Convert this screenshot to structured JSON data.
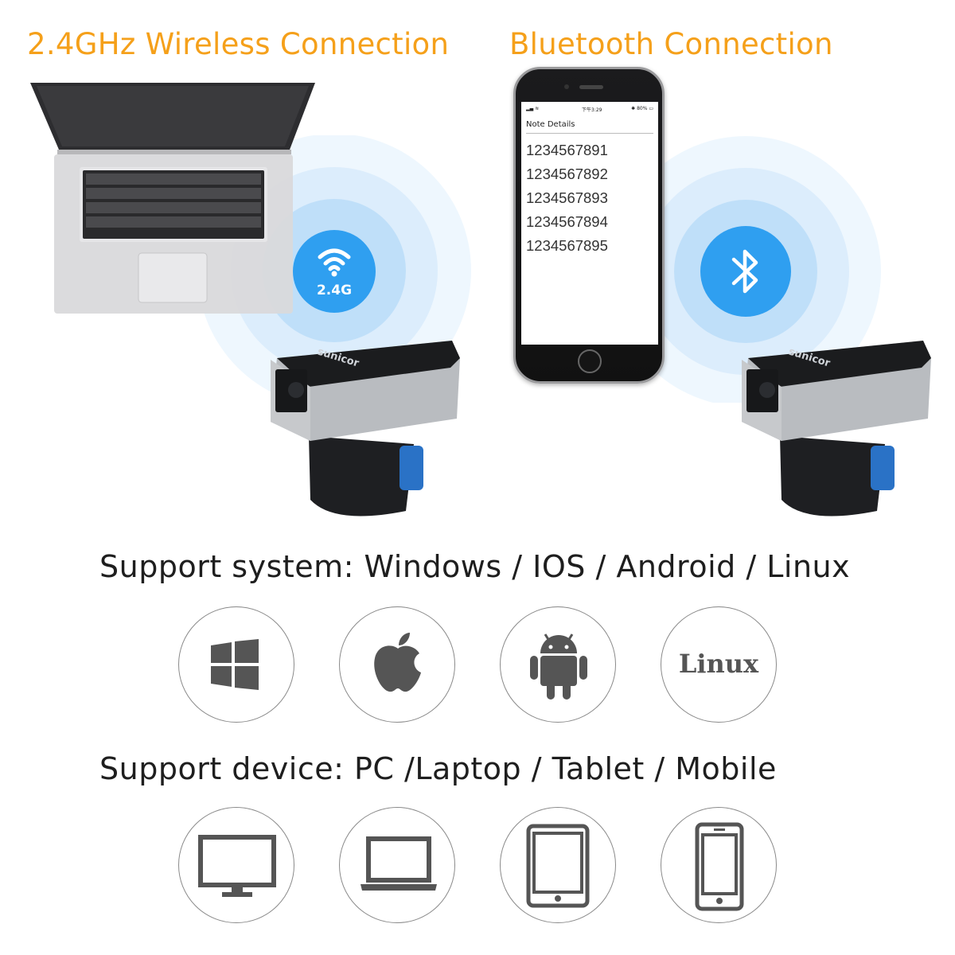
{
  "headings": {
    "left": "2.4GHz Wireless Connection",
    "right": "Bluetooth Connection"
  },
  "badges": {
    "wireless_label": "2.4G",
    "wireless_icon": "wifi-icon",
    "bluetooth_icon": "bluetooth-icon"
  },
  "scanner": {
    "brand": "sunicor"
  },
  "phone": {
    "status_time": "下午3:29",
    "status_battery": "✱ 80% ▭",
    "status_signal": "▂▄ ≋",
    "note_title": "Note Details",
    "notes": [
      "1234567891",
      "1234567892",
      "1234567893",
      "1234567894",
      "1234567895"
    ]
  },
  "support_system": {
    "text": "Support system: Windows / IOS / Android / Linux",
    "icons": [
      "windows-icon",
      "apple-icon",
      "android-icon",
      "linux-icon"
    ],
    "linux_label": "Linux"
  },
  "support_device": {
    "text": "Support device: PC /Laptop / Tablet / Mobile",
    "icons": [
      "monitor-icon",
      "laptop-icon",
      "tablet-icon",
      "mobile-icon"
    ]
  },
  "colors": {
    "heading": "#f5a01a",
    "accent_blue": "#2f9ff0",
    "icon_gray": "#555555"
  }
}
